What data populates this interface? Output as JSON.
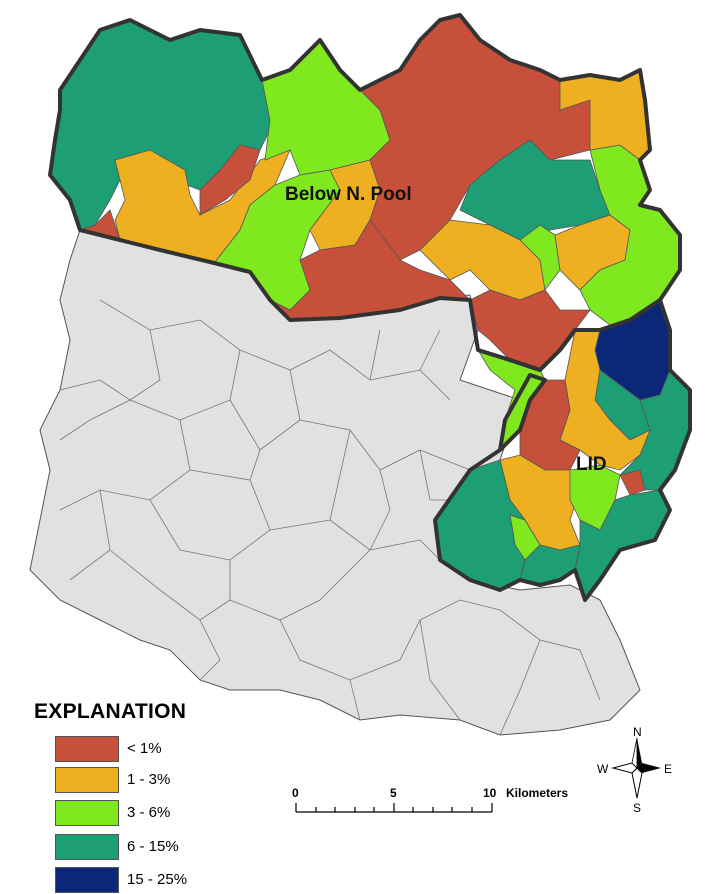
{
  "labels": {
    "region_below_pool": "Below N. Pool",
    "region_lid": "LID"
  },
  "legend": {
    "title": "EXPLANATION",
    "items": [
      {
        "label": "< 1%",
        "color": "#c6503a"
      },
      {
        "label": "1 - 3%",
        "color": "#eeb021"
      },
      {
        "label": "3 - 6%",
        "color": "#7fe81f"
      },
      {
        "label": "6 - 15%",
        "color": "#1e9e74"
      },
      {
        "label": "15 - 25%",
        "color": "#0b2778"
      }
    ]
  },
  "scale_bar": {
    "ticks": [
      "0",
      "5",
      "10"
    ],
    "unit": "Kilometers"
  },
  "north_arrow": {
    "n": "N",
    "s": "S",
    "e": "E",
    "w": "W"
  },
  "colors": {
    "background_basin": "#e1e1e1",
    "boundary": "#333333"
  }
}
